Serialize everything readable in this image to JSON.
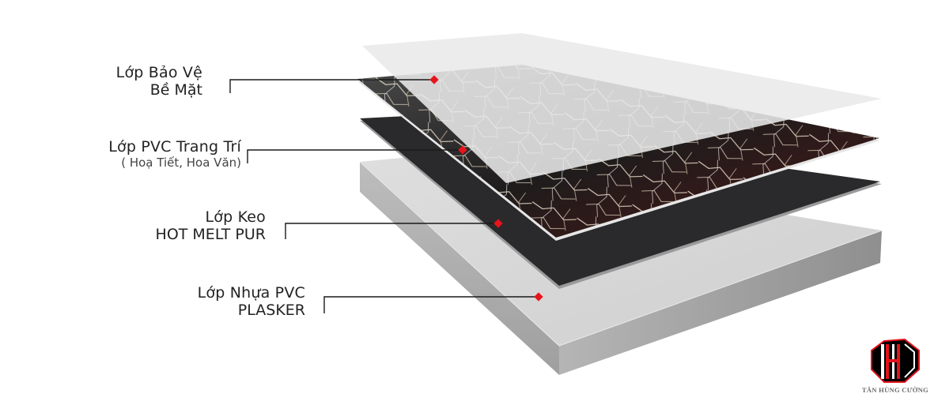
{
  "diagram": {
    "title": "PVC marble panel layer structure",
    "layers": [
      {
        "id": "protective",
        "line1": "Lớp Bảo Vệ",
        "line2": "Bề Mặt",
        "color": "#e6e6e6"
      },
      {
        "id": "decor",
        "line1": "Lớp PVC Trang Trí",
        "line2": "( Hoạ Tiết, Hoa Văn)",
        "color": "#2b2a28"
      },
      {
        "id": "glue",
        "line1": "Lớp Keo",
        "line2": "HOT MELT PUR",
        "color": "#2a2a2c"
      },
      {
        "id": "base",
        "line1": "Lớp Nhựa PVC",
        "line2": "PLASKER",
        "color": "#c9c9c9"
      }
    ],
    "marker_color": "#e8141b",
    "leader_color": "#1a1a1a"
  },
  "logo": {
    "text": "TÂN HÙNG CƯỜNG",
    "primary_color": "#e3131b",
    "secondary_color": "#000000"
  }
}
